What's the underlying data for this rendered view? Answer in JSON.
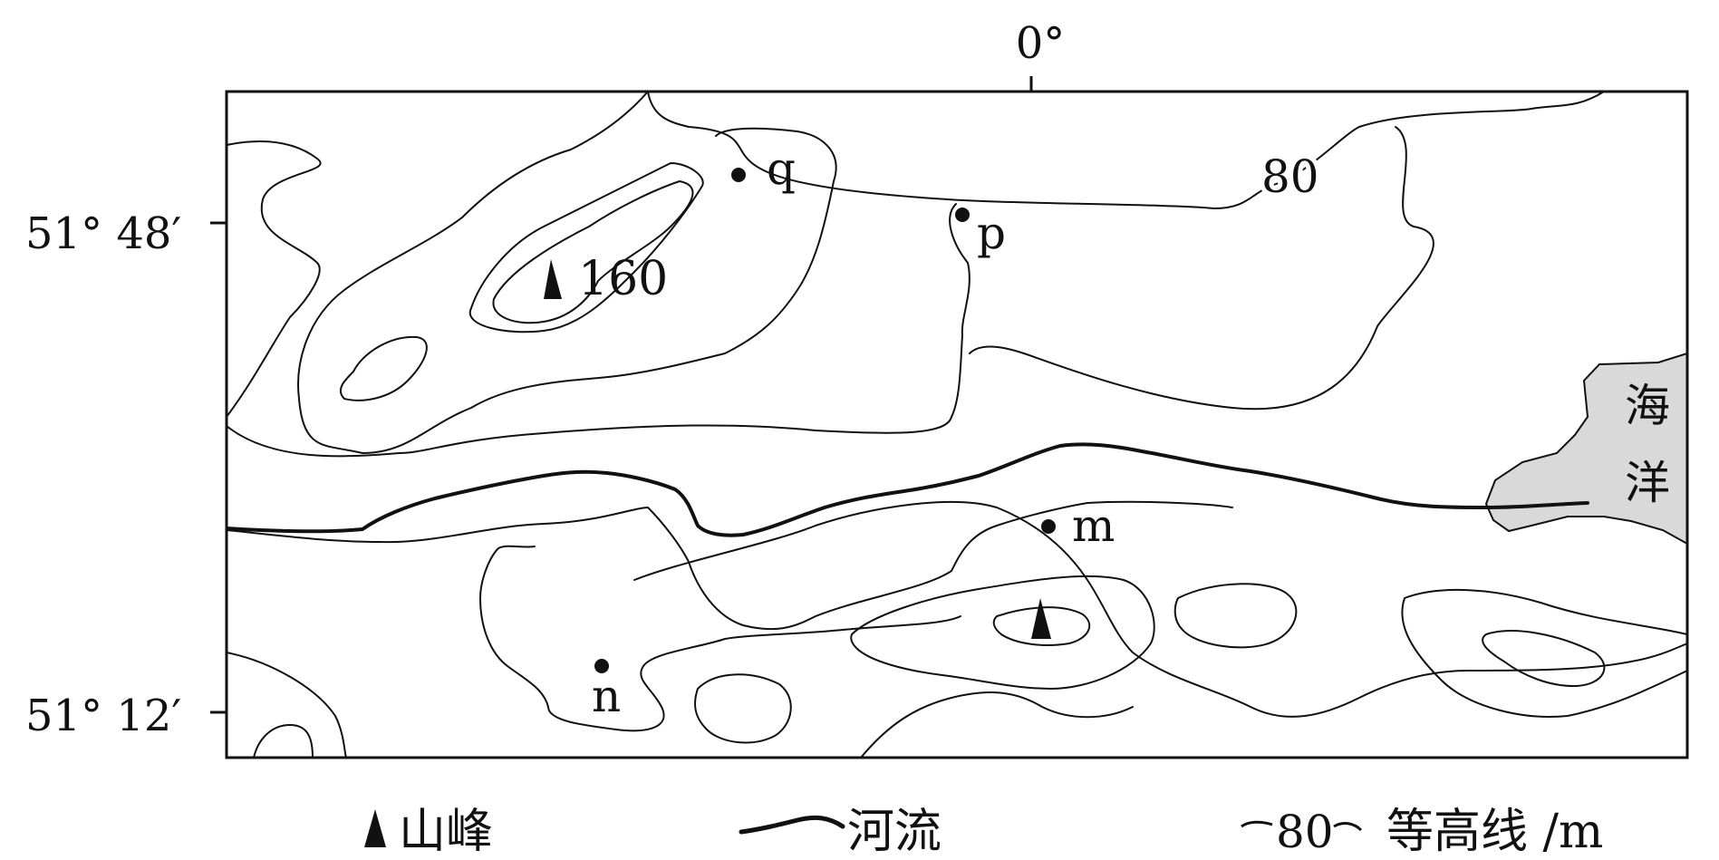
{
  "axes": {
    "lon_top": "0°",
    "lat_upper": "51° 48′",
    "lat_lower": "51° 12′"
  },
  "points": {
    "q": "q",
    "p": "p",
    "m": "m",
    "n": "n"
  },
  "labels": {
    "peak_elevation": "160",
    "contour_80": "80",
    "sea_char_1": "海",
    "sea_char_2": "洋"
  },
  "legend": {
    "peak": "山峰",
    "river": "河流",
    "contour_value": "80",
    "contour": "等高线 /m"
  },
  "colors": {
    "line": "#111111",
    "sea": "#d9d9d9",
    "background": "#ffffff"
  }
}
